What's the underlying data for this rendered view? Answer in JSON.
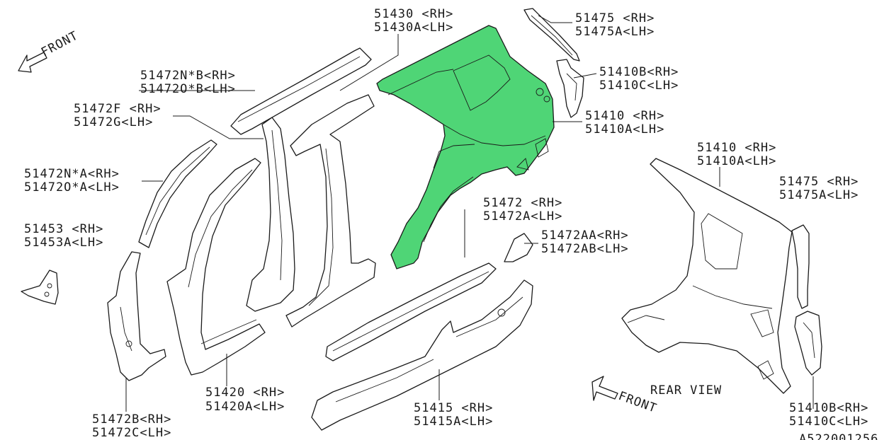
{
  "colors": {
    "highlight": "#4fd576",
    "line": "#1a1a1a",
    "background": "#ffffff"
  },
  "labels": {
    "front_top": "FRONT",
    "front_bottom": "FRONT",
    "rear_view": "REAR VIEW",
    "p51430_rh": "51430 <RH>",
    "p51430_lh": "51430A<LH>",
    "p51475_rh": "51475 <RH>",
    "p51475_lh": "51475A<LH>",
    "p51410b_rh": "51410B<RH>",
    "p51410c_lh": "51410C<LH>",
    "p51410_rh": "51410 <RH>",
    "p51410a_lh": "51410A<LH>",
    "p51472nb_rh": "51472N*B<RH>",
    "p51472ob_lh": "51472O*B<LH>",
    "p51472f_rh": "51472F <RH>",
    "p51472g_lh": "51472G<LH>",
    "p51472na_rh": "51472N*A<RH>",
    "p51472oa_lh": "51472O*A<LH>",
    "p51453_rh": "51453 <RH>",
    "p51453a_lh": "51453A<LH>",
    "p51472_rh": "51472 <RH>",
    "p51472a_lh": "51472A<LH>",
    "p51472aa_rh": "51472AA<RH>",
    "p51472ab_lh": "51472AB<LH>",
    "p51420_rh": "51420 <RH>",
    "p51420a_lh": "51420A<LH>",
    "p51415_rh": "51415 <RH>",
    "p51415a_lh": "51415A<LH>",
    "p51472b_rh": "51472B<RH>",
    "p51472c_lh": "51472C<LH>",
    "rv_51410_rh": "51410 <RH>",
    "rv_51410a_lh": "51410A<LH>",
    "rv_51475_rh": "51475 <RH>",
    "rv_51475a_lh": "51475A<LH>",
    "rv_51410b_rh": "51410B<RH>",
    "rv_51410c_lh": "51410C<LH>",
    "diagram_code": "A522001256"
  }
}
